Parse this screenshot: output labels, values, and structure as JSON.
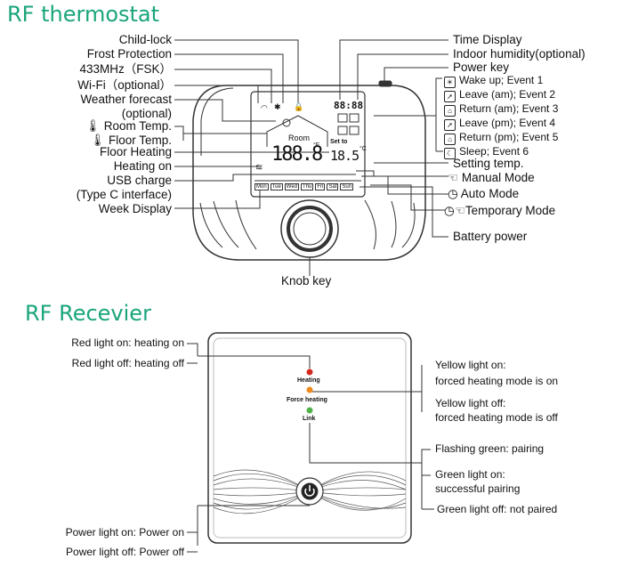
{
  "titles": {
    "thermostat": "RF thermostat",
    "receiver": "RF Recevier"
  },
  "left_labels": [
    "Child-lock",
    "Frost Protection",
    "433MHz（FSK）",
    "Wi-Fi（optional）",
    "Weather forecast",
    "(optional)",
    "Room Temp.",
    "Floor Temp.",
    "Floor Heating",
    "Heating on",
    "USB charge",
    "(Type C interface)",
    "Week Display"
  ],
  "right_labels": {
    "time_display": "Time Display",
    "indoor_humidity": "Indoor humidity(optional)",
    "power_key": "Power key",
    "events": [
      "Wake up; Event 1",
      "Leave (am); Event 2",
      "Return (am); Event 3",
      "Leave (pm); Event 4",
      "Return (pm); Event 5",
      "Sleep; Event 6"
    ],
    "setting_temp": "Setting temp.",
    "manual_mode": "Manual Mode",
    "auto_mode": "Auto Mode",
    "temporary_mode": "Temporary Mode",
    "battery_power": "Battery power"
  },
  "knob_key": "Knob key",
  "display": {
    "time": "88:88",
    "room": "Room",
    "set_to": "Set to",
    "temp": "188.8",
    "set_temp": "18.5",
    "unit_f": "°F",
    "unit_c": "°C",
    "days": [
      "Mon",
      "Tue",
      "Wed",
      "Thu",
      "Fri",
      "Sat",
      "Sun"
    ]
  },
  "receiver_left": {
    "red_on": "Red light on: heating on",
    "red_off": "Red light off: heating off",
    "power_on": "Power light on: Power on",
    "power_off": "Power light off: Power off"
  },
  "receiver_right": {
    "yellow_on_1": "Yellow light on:",
    "yellow_on_2": "forced heating mode is on",
    "yellow_off_1": "Yellow light off:",
    "yellow_off_2": "forced heating mode is off",
    "flash_green": "Flashing green: pairing",
    "green_on_1": "Green light on:",
    "green_on_2": "successful pairing",
    "green_off": "Green light off: not paired"
  },
  "receiver_leds": {
    "heating": "Heating",
    "force_heating": "Force heating",
    "link": "Link"
  },
  "colors": {
    "title": "#1aa57b",
    "red": "#d42a1f",
    "orange": "#f08a1c",
    "green": "#4fb34a"
  }
}
